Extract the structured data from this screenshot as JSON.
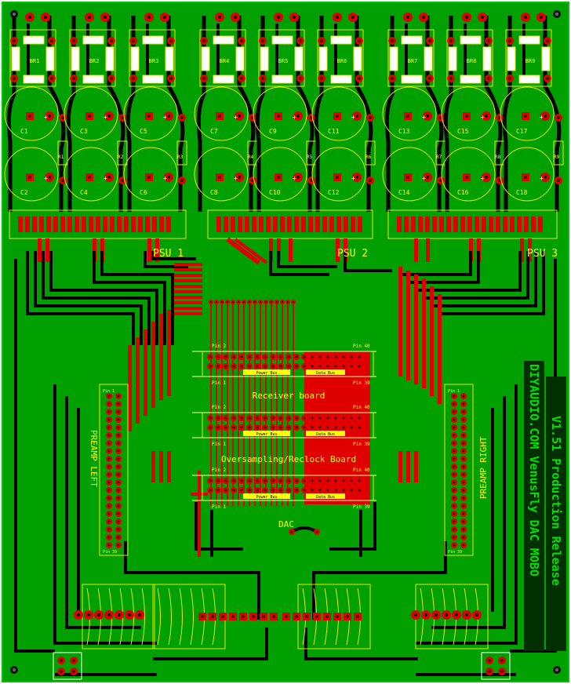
{
  "board": {
    "title": "DIYAUDIO.COM VenusFly DAC MOBO",
    "subtitle": "V1.51 Production Release"
  },
  "bridges": [
    "BR1",
    "BR2",
    "BR3",
    "BR4",
    "BR5",
    "BR6",
    "BR7",
    "BR8",
    "BR9"
  ],
  "caps_top": [
    "C1",
    "C3",
    "C5",
    "C7",
    "C9",
    "C11",
    "C13",
    "C15",
    "C17"
  ],
  "caps_bottom": [
    "C2",
    "C4",
    "C6",
    "C8",
    "C10",
    "C12",
    "C14",
    "C16",
    "C18"
  ],
  "resistors": [
    "R1",
    "R2",
    "R3",
    "R4",
    "R5",
    "R6",
    "R7",
    "R8",
    "R9"
  ],
  "psu_labels": [
    "PSU 1",
    "PSU 2",
    "PSU 3"
  ],
  "center": {
    "receiver_label": "Receiver board",
    "oversampling_label": "Oversampling/Reclock Board",
    "power_bus": "Power Bus",
    "data_bus": "Data Bus",
    "pin1": "Pin 1",
    "pin2": "Pin 2",
    "pin39": "Pin 39",
    "pin40": "Pin 40",
    "dac": "DAC"
  },
  "preamp": {
    "left": "PREAMP LEFT",
    "right": "PREAMP RIGHT"
  },
  "colors": {
    "copper": "#00a000",
    "trace": "#000000",
    "pad": "#e00000",
    "silk": "#ffff00",
    "outline": "#d8d800"
  }
}
